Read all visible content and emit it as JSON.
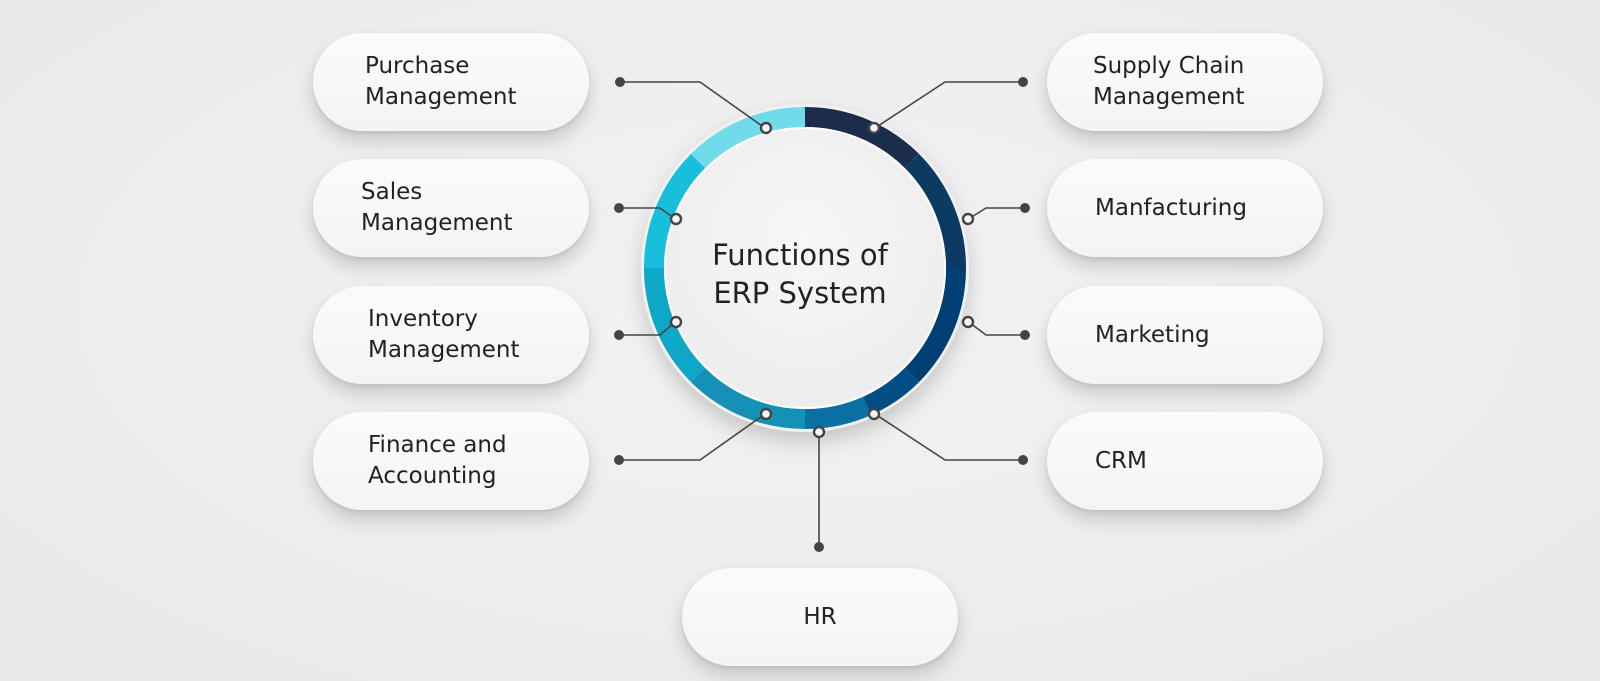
{
  "center": {
    "title": "Functions of\nERP System"
  },
  "functions": [
    {
      "key": "purchase",
      "label": "Purchase\nManagement"
    },
    {
      "key": "sales",
      "label": "Sales\nManagement"
    },
    {
      "key": "inventory",
      "label": "Inventory\nManagement"
    },
    {
      "key": "finance",
      "label": "Finance and\nAccounting"
    },
    {
      "key": "supply",
      "label": "Supply Chain\nManagement"
    },
    {
      "key": "manufacturing",
      "label": "Manfacturing"
    },
    {
      "key": "marketing",
      "label": "Marketing"
    },
    {
      "key": "crm",
      "label": "CRM"
    },
    {
      "key": "hr",
      "label": "HR"
    }
  ],
  "colors": {
    "background": "#efefef",
    "pill": "#f6f6f6",
    "text": "#222222",
    "connector": "#444444",
    "ring_segments": [
      "#6fdbeb",
      "#17bfdc",
      "#0fa7c8",
      "#1591b8",
      "#0b6fa4",
      "#024d83",
      "#003f73",
      "#0b3a62",
      "#1b2d4b"
    ]
  }
}
